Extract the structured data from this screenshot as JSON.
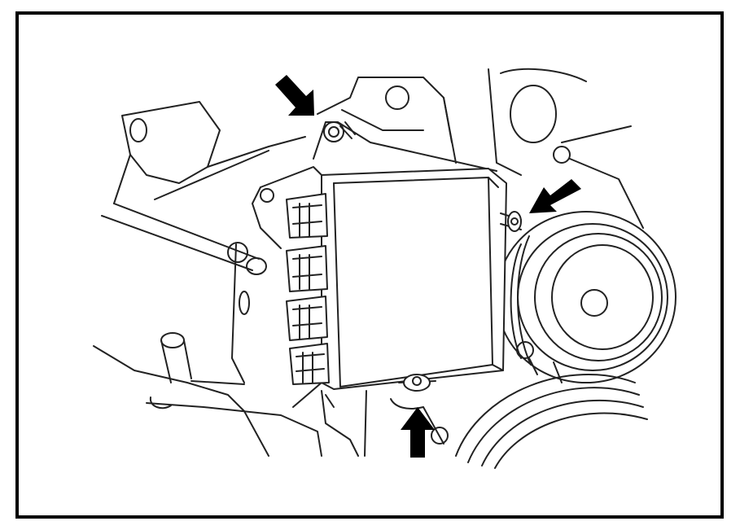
{
  "figure": {
    "frame_color": "#000000",
    "line_color": "#222222",
    "fill_color": "#ffffff",
    "arrow_color": "#000000"
  },
  "arrows": [
    {
      "name": "top-left-bolt-arrow",
      "icon": "arrow-down-right-icon"
    },
    {
      "name": "right-bolt-arrow",
      "icon": "arrow-down-left-icon"
    },
    {
      "name": "bottom-bolt-arrow",
      "icon": "arrow-up-icon"
    }
  ]
}
